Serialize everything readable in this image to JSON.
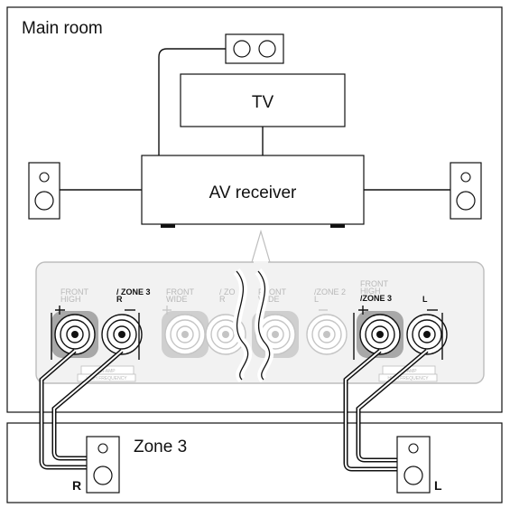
{
  "rooms": {
    "main": "Main room",
    "zone3": "Zone 3"
  },
  "devices": {
    "tv": "TV",
    "receiver": "AV receiver"
  },
  "panel": {
    "front_high_r": "FRONT\nHIGH",
    "zone3_r": "/ ZONE 3\nR",
    "front_wide_r": "FRONT\nWIDE",
    "zone_r_partial": "/ ZO\nR",
    "front_wide_l": "FRONT\nWIDE",
    "zone2_l": "/ZONE 2\nL",
    "front_high_l": "FRONT\nHIGH\n/ZONE 3",
    "l_label": "L",
    "biamp": "BI-AMP",
    "high_freq": "HIGH FREQUENCY"
  },
  "speakers": {
    "zone3_right": "R",
    "zone3_left": "L"
  },
  "colors": {
    "line": "#111111",
    "panel_fill": "#f2f2f2",
    "panel_stroke": "#bdbdbd",
    "faded": "#c4c4c4",
    "terminal_gray": "#9a9a9a"
  }
}
